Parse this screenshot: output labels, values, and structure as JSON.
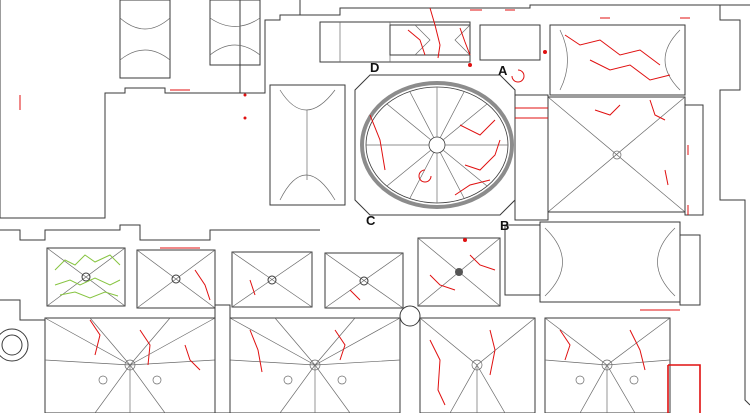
{
  "labels": {
    "a": "A",
    "b": "B",
    "c": "C",
    "d": "D"
  },
  "colors": {
    "crack": "#e01010",
    "wall": "#3a3a3a",
    "green_overlay": "#86c440",
    "ring": "#8c8c8c",
    "background": "#ffffff"
  }
}
